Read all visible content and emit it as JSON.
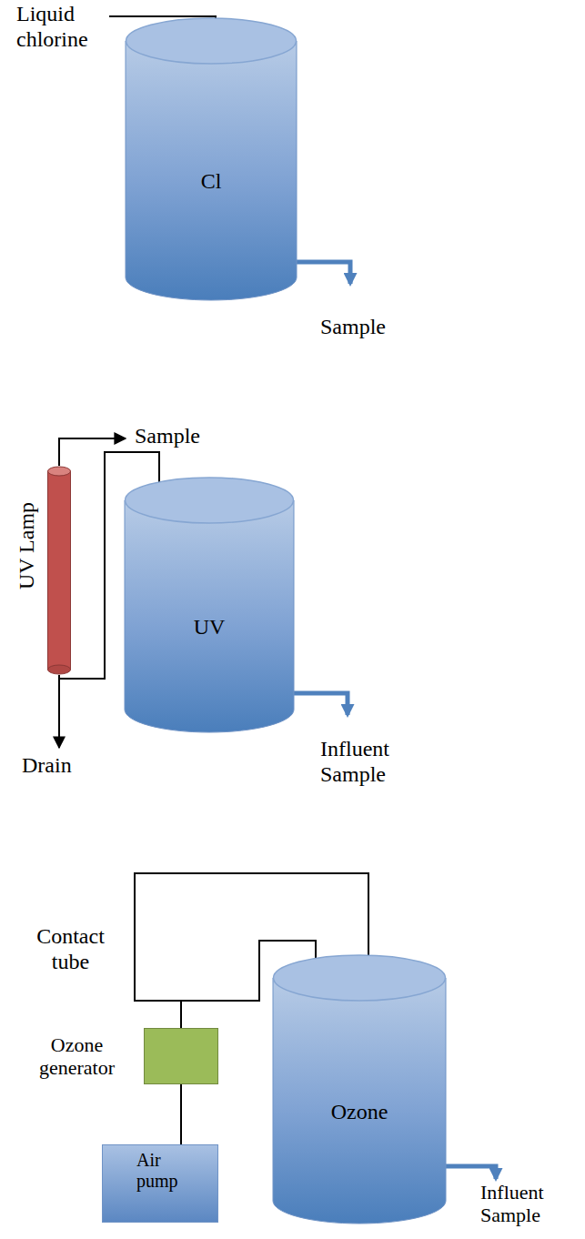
{
  "diagram": {
    "nodes": [
      {
        "text": [
          "Cl"
        ]
      },
      {
        "text": [
          "UV Lamp"
        ]
      },
      {
        "text": [
          "UV"
        ]
      },
      {
        "text": [
          "Ozone generator"
        ]
      },
      {
        "text": [
          "Air pump"
        ]
      },
      {
        "text": [
          "Ozone"
        ]
      }
    ],
    "edges": [
      {
        "from": 2,
        "to": 1,
        "arrow": "none"
      },
      {
        "from": 4,
        "to": 3,
        "arrow": "none"
      },
      {
        "from": 3,
        "to": 5,
        "arrow": "to"
      },
      {
        "from": 3,
        "to": 5,
        "arrow": "to"
      }
    ],
    "labels": [
      "Liquid chlorine",
      "Sample",
      "Sample",
      "Drain",
      "Influent Sample",
      "Contact tube",
      "Influent Sample"
    ]
  }
}
